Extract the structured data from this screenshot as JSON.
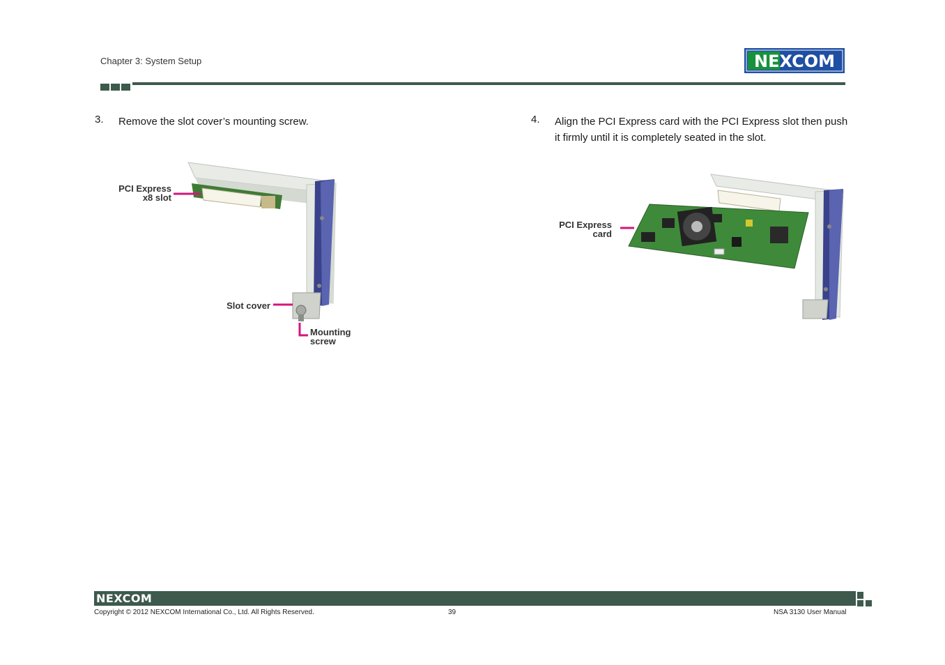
{
  "header": {
    "chapter": "Chapter 3: System Setup",
    "logo_text": "NEXCOM"
  },
  "steps": [
    {
      "number": "3.",
      "text": "Remove the slot cover’s mounting screw."
    },
    {
      "number": "4.",
      "text": "Align the PCI Express card with the PCI Express slot then push it firmly until it is completely seated in the slot."
    }
  ],
  "figure1": {
    "label_slot_line1": "PCI Express",
    "label_slot_line2": "x8 slot",
    "label_cover": "Slot cover",
    "label_screw_line1": "Mounting",
    "label_screw_line2": "screw"
  },
  "figure2": {
    "label_card_line1": "PCI Express",
    "label_card_line2": "card"
  },
  "footer": {
    "logo_text": "NEXCOM",
    "copyright": "Copyright © 2012 NEXCOM International Co., Ltd. All Rights Reserved.",
    "page_number": "39",
    "manual_title": "NSA 3130 User Manual"
  },
  "colors": {
    "brand_green": "#3d5a4c",
    "logo_blue": "#1f4fa3",
    "callout_magenta": "#d4147f"
  }
}
